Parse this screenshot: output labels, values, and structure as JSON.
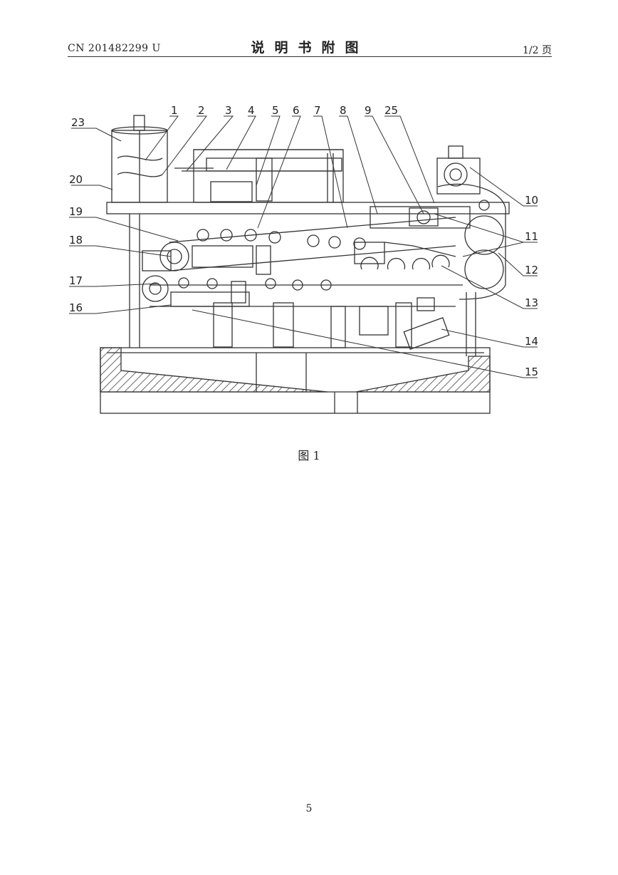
{
  "header": {
    "patent_number": "CN 201482299 U",
    "title": "说明书附图",
    "page": "1/2 页"
  },
  "figure": {
    "caption": "图 1",
    "labels": [
      {
        "id": "1",
        "text": "1"
      },
      {
        "id": "2",
        "text": "2"
      },
      {
        "id": "3",
        "text": "3"
      },
      {
        "id": "4",
        "text": "4"
      },
      {
        "id": "5",
        "text": "5"
      },
      {
        "id": "6",
        "text": "6"
      },
      {
        "id": "7",
        "text": "7"
      },
      {
        "id": "8",
        "text": "8"
      },
      {
        "id": "9",
        "text": "9"
      },
      {
        "id": "25",
        "text": "25"
      },
      {
        "id": "23",
        "text": "23"
      },
      {
        "id": "20",
        "text": "20"
      },
      {
        "id": "19",
        "text": "19"
      },
      {
        "id": "18",
        "text": "18"
      },
      {
        "id": "17",
        "text": "17"
      },
      {
        "id": "16",
        "text": "16"
      },
      {
        "id": "10",
        "text": "10"
      },
      {
        "id": "11",
        "text": "11"
      },
      {
        "id": "12",
        "text": "12"
      },
      {
        "id": "13",
        "text": "13"
      },
      {
        "id": "14",
        "text": "14"
      },
      {
        "id": "15",
        "text": "15"
      }
    ]
  },
  "footer": {
    "page_number": "5"
  }
}
